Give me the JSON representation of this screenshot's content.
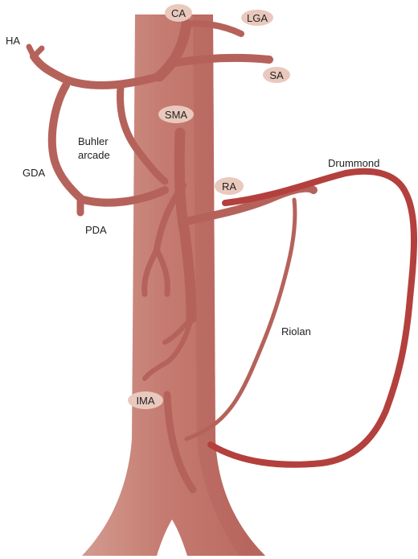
{
  "labels": {
    "ca": "CA",
    "lga": "LGA",
    "ha": "HA",
    "sa": "SA",
    "sma": "SMA",
    "buhler_line1": "Buhler",
    "buhler_line2": "arcade",
    "gda": "GDA",
    "ra": "RA",
    "drummond": "Drummond",
    "pda": "PDA",
    "riolan": "Riolan",
    "ima": "IMA"
  },
  "colors": {
    "vessel": "#b5625b",
    "vessel_dark": "#9a4a44",
    "aorta_light": "#d3968a",
    "aorta_mid": "#c57b70",
    "arcade_outer": "#b3403d",
    "label_pill": "#e9c9bd",
    "text": "#222222"
  }
}
